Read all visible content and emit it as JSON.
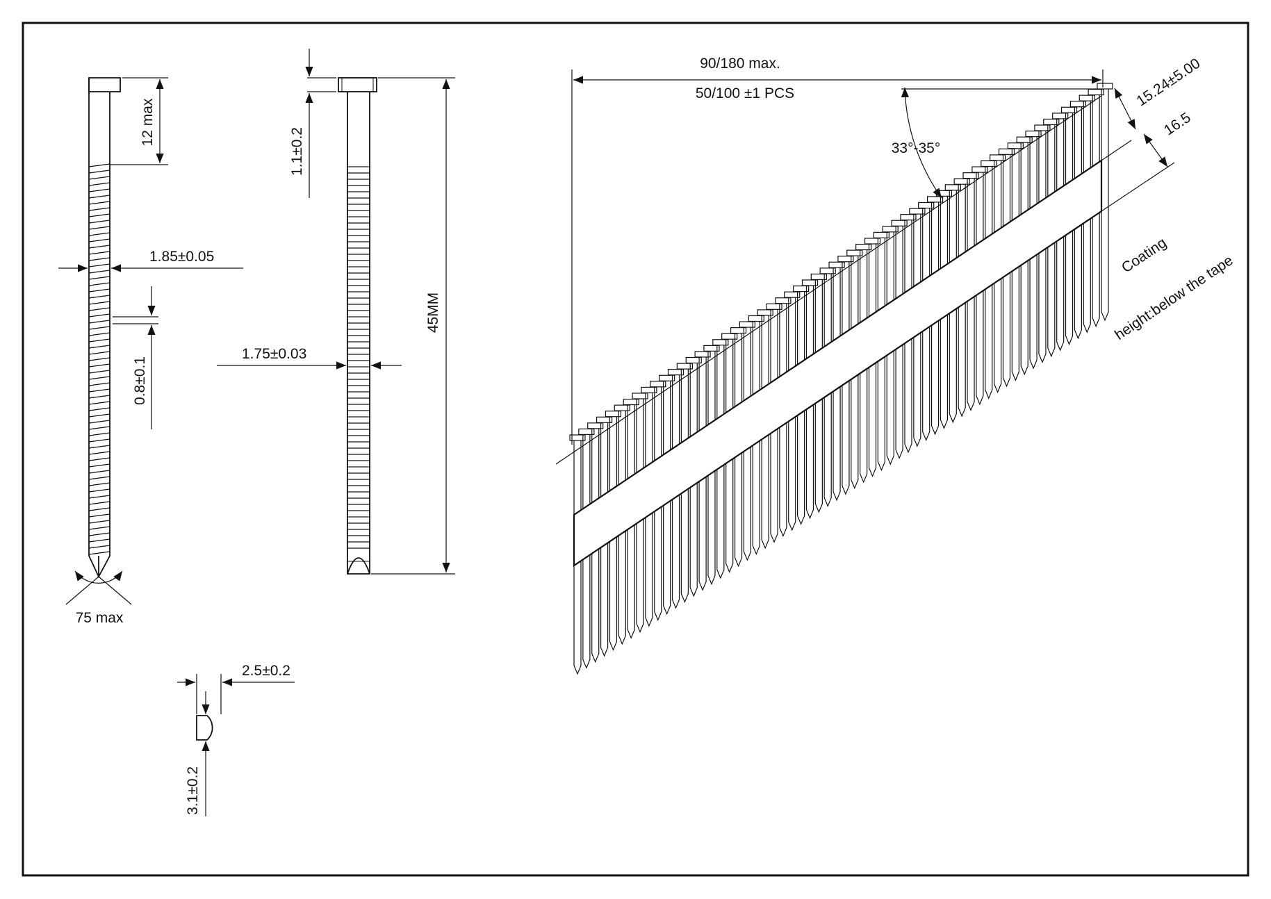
{
  "colors": {
    "ink": "#111111",
    "paper": "#ffffff"
  },
  "side_nail": {
    "shank_length": "12 max",
    "shank_diameter": "1.85±0.05",
    "ring_pitch": "0.8±0.1",
    "point_angle": "75 max"
  },
  "front_nail": {
    "head_thickness": "1.1±0.2",
    "ring_diameter": "1.75±0.03",
    "length": "45MM"
  },
  "head_detail": {
    "width": "2.5±0.2",
    "diameter": "3.1±0.2"
  },
  "strip": {
    "strip_length": "90/180  max.",
    "count": "50/100 ±1 PCS",
    "collation_angle": "33°-35°",
    "tape_offset": "15.24±5.00",
    "tape_width": "16.5",
    "coating_label": "Coating",
    "coating_note": "height:below the tape",
    "nail_count_drawn": 60
  }
}
